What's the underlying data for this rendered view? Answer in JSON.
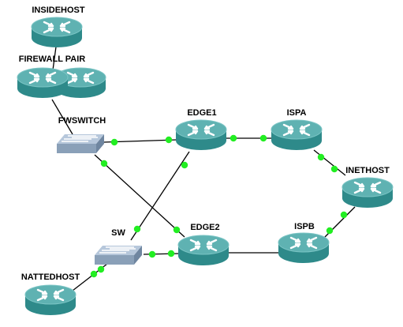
{
  "colors": {
    "router_body": "#2e8a8a",
    "router_top": "#5fb2b2",
    "router_top_edge": "#7ac4c4",
    "router_arrow": "#ffffff",
    "switch_body": "#8aa0b8",
    "switch_top": "#b6c7db",
    "link": "#000000",
    "port_up": "#22ee22"
  },
  "nodes": {
    "insidehost": {
      "label": "INSIDEHOST",
      "icon": "router-icon"
    },
    "firewall_pair": {
      "label": "FIREWALL PAIR",
      "icon": "router-icon"
    },
    "fwswitch": {
      "label": "FWSWITCH",
      "icon": "switch-icon"
    },
    "edge1": {
      "label": "EDGE1",
      "icon": "router-icon"
    },
    "ispa": {
      "label": "ISPA",
      "icon": "router-icon"
    },
    "inethost": {
      "label": "INETHOST",
      "icon": "router-icon"
    },
    "sw": {
      "label": "SW",
      "icon": "switch-icon"
    },
    "edge2": {
      "label": "EDGE2",
      "icon": "router-icon"
    },
    "ispb": {
      "label": "ISPB",
      "icon": "router-icon"
    },
    "nattedhost": {
      "label": "NATTEDHOST",
      "icon": "router-icon"
    }
  },
  "links": [
    {
      "from": "insidehost",
      "to": "firewall_pair",
      "status": ""
    },
    {
      "from": "firewall_pair",
      "to": "fwswitch",
      "status": ""
    },
    {
      "from": "fwswitch",
      "to": "edge1",
      "status": "up"
    },
    {
      "from": "fwswitch",
      "to": "edge2",
      "status": "up"
    },
    {
      "from": "edge1",
      "to": "ispa",
      "status": "up"
    },
    {
      "from": "edge1",
      "to": "sw",
      "status": "up"
    },
    {
      "from": "ispa",
      "to": "inethost",
      "status": "up"
    },
    {
      "from": "inethost",
      "to": "ispb",
      "status": "up"
    },
    {
      "from": "sw",
      "to": "edge2",
      "status": "up"
    },
    {
      "from": "edge2",
      "to": "ispb",
      "status": ""
    },
    {
      "from": "sw",
      "to": "nattedhost",
      "status": "up"
    }
  ]
}
